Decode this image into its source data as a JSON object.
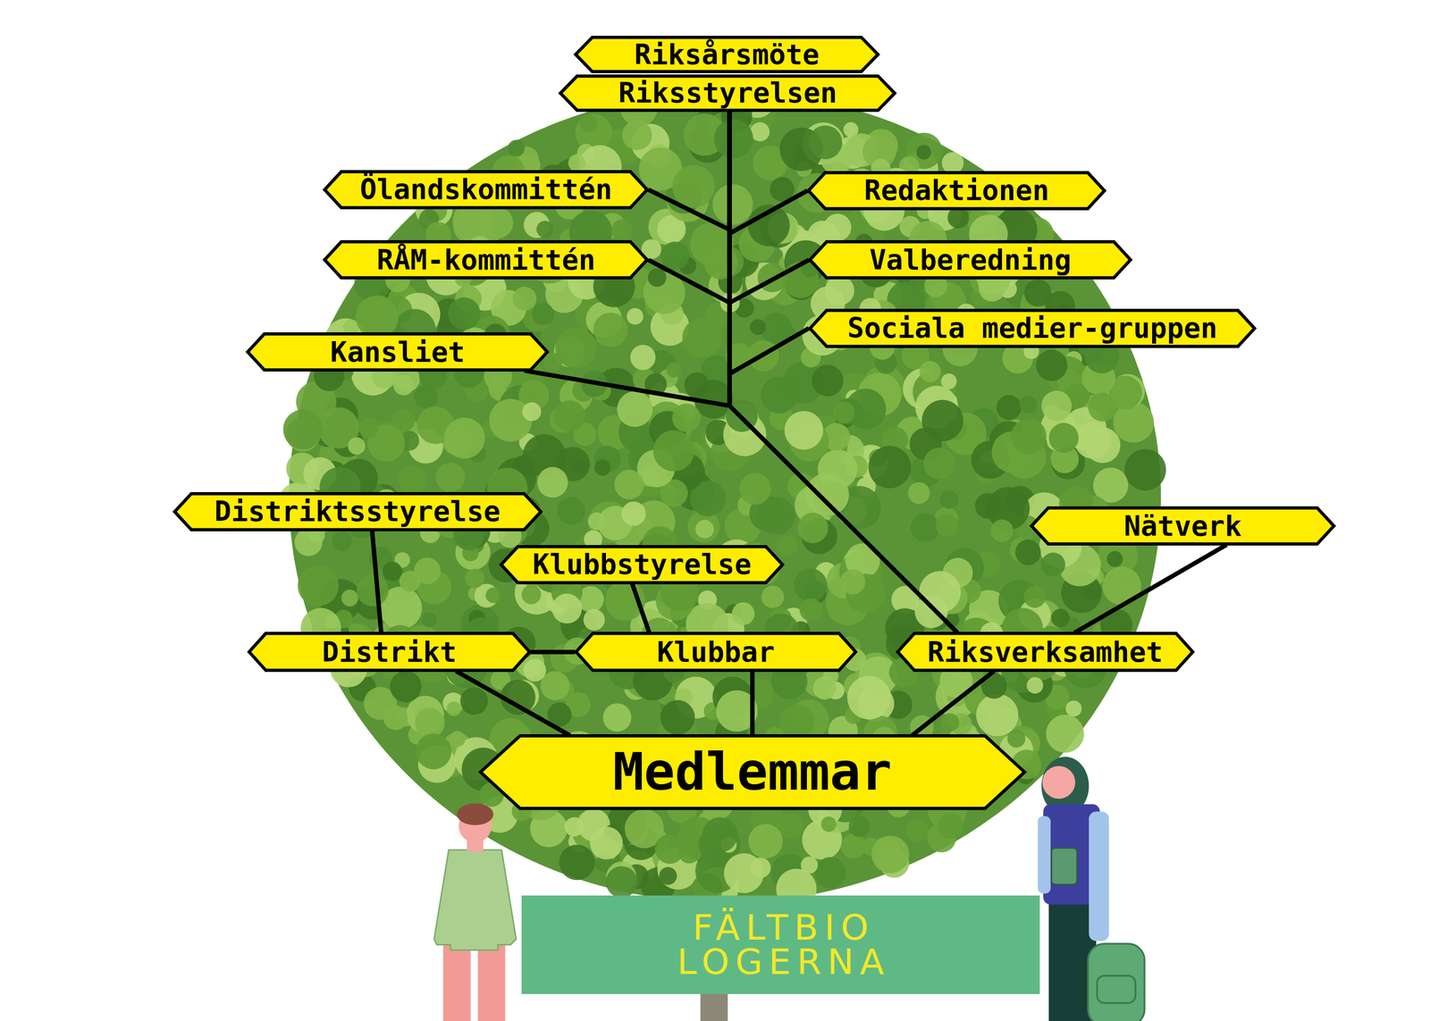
{
  "diagram": {
    "nodes": [
      {
        "text": [
          "Riksårsmöte"
        ]
      },
      {
        "text": [
          "Riksstyrelsen"
        ]
      },
      {
        "text": [
          "Ölandskommittén"
        ]
      },
      {
        "text": [
          "Redaktionen"
        ]
      },
      {
        "text": [
          "RÅM-kommittén"
        ]
      },
      {
        "text": [
          "Valberedning"
        ]
      },
      {
        "text": [
          "Sociala medier-gruppen"
        ]
      },
      {
        "text": [
          "Kansliet"
        ]
      },
      {
        "text": [
          "Distriktsstyrelse"
        ]
      },
      {
        "text": [
          "Nätverk"
        ]
      },
      {
        "text": [
          "Klubbstyrelse"
        ]
      },
      {
        "text": [
          "Distrikt"
        ]
      },
      {
        "text": [
          "Klubbar"
        ]
      },
      {
        "text": [
          "Riksverksamhet"
        ]
      },
      {
        "text": [
          "Medlemmar"
        ]
      },
      {
        "text": [
          "FÄLTBIO LOGERNA"
        ]
      }
    ],
    "edges": [
      {
        "from": 1,
        "to": 2,
        "arrow": "none"
      },
      {
        "from": 1,
        "to": 3,
        "arrow": "none"
      },
      {
        "from": 1,
        "to": 4,
        "arrow": "none"
      },
      {
        "from": 1,
        "to": 5,
        "arrow": "none"
      },
      {
        "from": 1,
        "to": 6,
        "arrow": "none"
      },
      {
        "from": 1,
        "to": 7,
        "arrow": "none"
      },
      {
        "from": 1,
        "to": 13,
        "arrow": "none"
      },
      {
        "from": 8,
        "to": 11,
        "arrow": "none"
      },
      {
        "from": 10,
        "to": 12,
        "arrow": "none"
      },
      {
        "from": 11,
        "to": 12,
        "arrow": "none"
      },
      {
        "from": 9,
        "to": 13,
        "arrow": "none"
      },
      {
        "from": 11,
        "to": 14,
        "arrow": "none"
      },
      {
        "from": 12,
        "to": 14,
        "arrow": "none"
      },
      {
        "from": 13,
        "to": 14,
        "arrow": "none"
      }
    ]
  }
}
